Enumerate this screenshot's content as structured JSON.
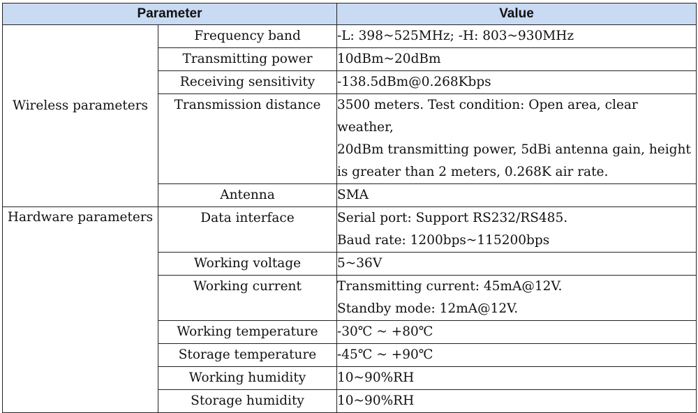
{
  "headers": {
    "parameter": "Parameter",
    "value": "Value"
  },
  "groups": [
    {
      "name": "Wireless parameters",
      "rows": [
        {
          "param": "Frequency band",
          "value": [
            "-L: 398~525MHz; -H: 803~930MHz"
          ]
        },
        {
          "param": "Transmitting power",
          "value": [
            "10dBm~20dBm"
          ]
        },
        {
          "param": "Receiving sensitivity",
          "value": [
            "-138.5dBm@0.268Kbps"
          ]
        },
        {
          "param": "Transmission distance",
          "value": [
            "3500 meters. Test condition: Open area, clear weather,",
            "20dBm transmitting power, 5dBi antenna gain, height",
            "is greater than 2 meters, 0.268K air rate."
          ]
        },
        {
          "param": "Antenna",
          "value": [
            "SMA"
          ]
        }
      ]
    },
    {
      "name": "Hardware parameters",
      "rows": [
        {
          "param": "Data interface",
          "value": [
            "Serial port: Support RS232/RS485.",
            "Baud rate: 1200bps~115200bps"
          ]
        },
        {
          "param": "Working voltage",
          "value": [
            "5~36V"
          ]
        },
        {
          "param": "Working current",
          "value": [
            "Transmitting current: 45mA@12V.",
            "Standby mode: 12mA@12V."
          ]
        },
        {
          "param": "Working temperature",
          "value": [
            "-30℃ ~ +80℃"
          ]
        },
        {
          "param": "Storage temperature",
          "value": [
            "-45℃ ~ +90℃"
          ]
        },
        {
          "param": "Working humidity",
          "value": [
            "10~90%RH"
          ]
        },
        {
          "param": "Storage humidity",
          "value": [
            "10~90%RH"
          ]
        }
      ]
    }
  ]
}
